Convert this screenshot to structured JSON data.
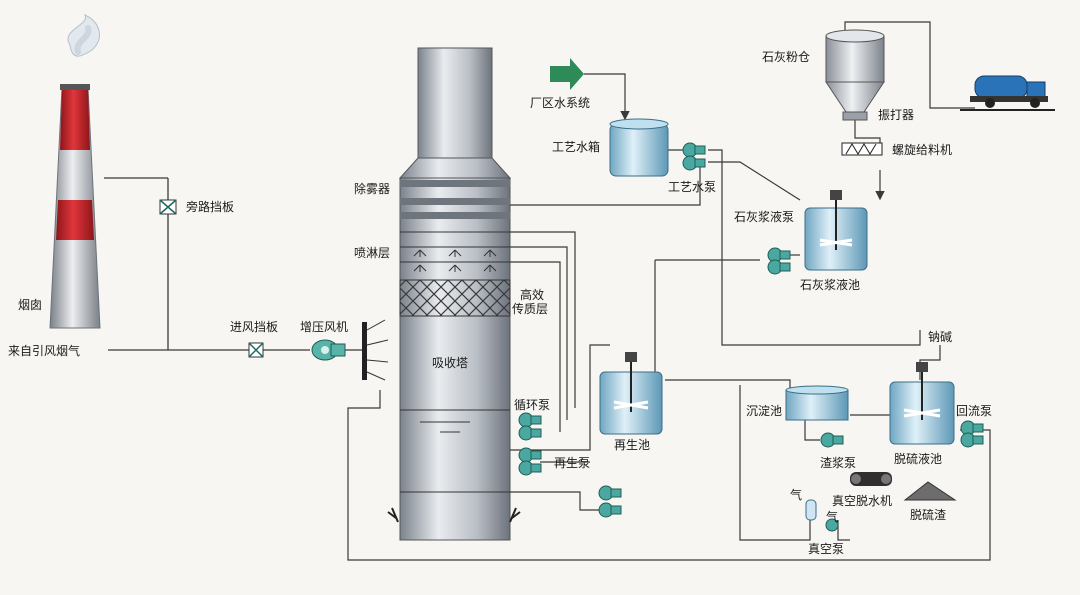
{
  "colors": {
    "line": "#3a3a3a",
    "tower_light": "#dfe3e8",
    "tower_dark": "#7b828c",
    "tank_light": "#cfe6f2",
    "tank_dark": "#5d98b6",
    "pump": "#4aa8a0",
    "chimney_red": "#c8252c",
    "chimney_grey": "#9aa0a8",
    "arrow_green": "#2e8b57"
  },
  "labels": {
    "chimney": "烟囱",
    "flue_gas_in": "来自引风烟气",
    "bypass_damper": "旁路挡板",
    "inlet_damper": "进风挡板",
    "booster_fan": "增压风机",
    "demister": "除雾器",
    "spray_layer": "喷淋层",
    "mass_transfer_line1": "高效",
    "mass_transfer_line2": "传质层",
    "absorber": "吸收塔",
    "circulation_pump": "循环泵",
    "regeneration_pump": "再生泵",
    "regeneration_tank": "再生池",
    "plant_water": "厂区水系统",
    "process_water_tank": "工艺水箱",
    "process_water_pump": "工艺水泵",
    "lime_silo": "石灰粉仓",
    "vibrator": "振打器",
    "screw_feeder": "螺旋给料机",
    "lime_slurry_pump": "石灰浆液泵",
    "lime_slurry_tank": "石灰浆液池",
    "settling_tank": "沉淀池",
    "sludge_pump": "渣浆泵",
    "caustic_soda": "钠碱",
    "desulf_tank": "脱硫液池",
    "return_pump": "回流泵",
    "vacuum_filter": "真空脱水机",
    "gypsum": "脱硫渣",
    "gas_1": "气",
    "gas_2": "气",
    "vacuum_pump": "真空泵"
  }
}
